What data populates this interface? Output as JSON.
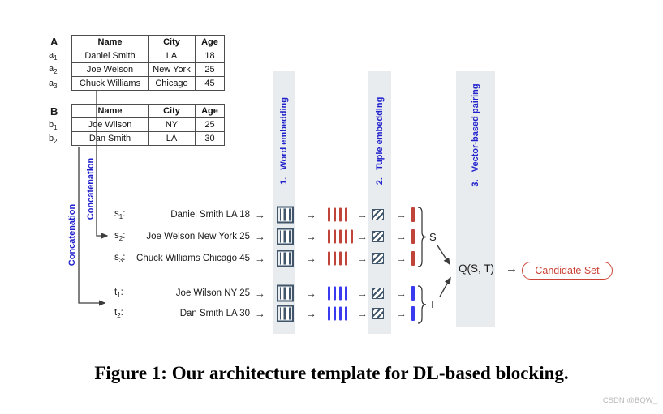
{
  "figure": {
    "caption": "Figure 1: Our architecture template for DL-based blocking.",
    "watermark": "CSDN @BQW_"
  },
  "glyphs": {
    "arrow": "→",
    "colon": ":"
  },
  "colors": {
    "stage_label_blue": "#2222cc",
    "word_vector_red": "#c0443a",
    "word_vector_blue": "#3a3aef",
    "icon_slate": "#41566a",
    "band_gray": "#e8ecef",
    "candidate_red": "#cb4335"
  },
  "tables": {
    "a": {
      "label": "A",
      "headers": [
        "Name",
        "City",
        "Age"
      ],
      "rows": [
        {
          "id_base": "a",
          "id_sub": "1",
          "cells": [
            "Daniel Smith",
            "LA",
            "18"
          ]
        },
        {
          "id_base": "a",
          "id_sub": "2",
          "cells": [
            "Joe Welson",
            "New York",
            "25"
          ]
        },
        {
          "id_base": "a",
          "id_sub": "3",
          "cells": [
            "Chuck Williams",
            "Chicago",
            "45"
          ]
        }
      ]
    },
    "b": {
      "label": "B",
      "headers": [
        "Name",
        "City",
        "Age"
      ],
      "rows": [
        {
          "id_base": "b",
          "id_sub": "1",
          "cells": [
            "Joe Wilson",
            "NY",
            "25"
          ]
        },
        {
          "id_base": "b",
          "id_sub": "2",
          "cells": [
            "Dan Smith",
            "LA",
            "30"
          ]
        }
      ]
    }
  },
  "concatenation": {
    "label_table_a": "Concatenation",
    "label_table_b": "Concatenation"
  },
  "stages": [
    {
      "label": "1.   Word embedding"
    },
    {
      "label": "2.   Tuple embedding"
    },
    {
      "label": "3.   Vector-based pairing"
    }
  ],
  "pipeline_rows": [
    {
      "id_base": "s",
      "id_sub": "1",
      "text": "Daniel Smith LA 18",
      "word_count": 4
    },
    {
      "id_base": "s",
      "id_sub": "2",
      "text": "Joe Welson New York 25",
      "word_count": 5
    },
    {
      "id_base": "s",
      "id_sub": "3",
      "text": "Chuck Williams Chicago 45",
      "word_count": 4
    },
    {
      "id_base": "t",
      "id_sub": "1",
      "text": "Joe Wilson NY 25",
      "word_count": 4
    },
    {
      "id_base": "t",
      "id_sub": "2",
      "text": "Dan Smith LA 30",
      "word_count": 4
    }
  ],
  "groups": {
    "s": "S",
    "t": "T"
  },
  "pairing": {
    "q_label": "Q(S, T)"
  },
  "output": {
    "label": "Candidate Set"
  }
}
